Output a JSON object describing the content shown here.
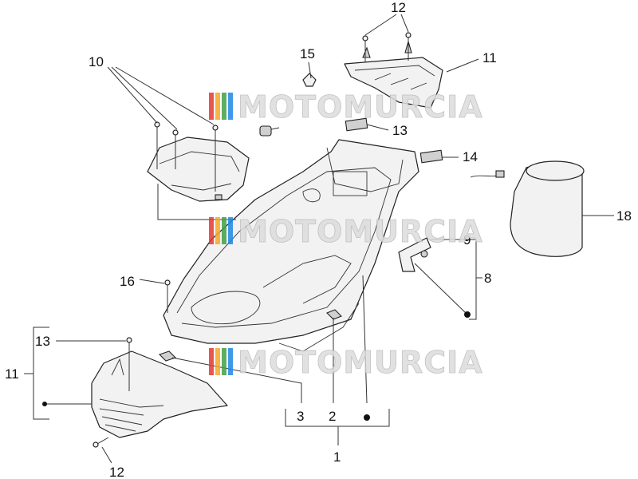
{
  "watermark": {
    "text": "MOTOMURCIA",
    "stripe_colors": [
      "#e53935",
      "#f9a825",
      "#43a047",
      "#1e88e5"
    ]
  },
  "labels": {
    "p1": "1",
    "p2": "2",
    "p3": "3",
    "p8": "8",
    "p9": "9",
    "p10": "10",
    "p11_top": "11",
    "p11_left": "11",
    "p12_top": "12",
    "p12_bottom": "12",
    "p13_top": "13",
    "p13_left": "13",
    "p14": "14",
    "p15": "15",
    "p16": "16",
    "p18": "18"
  },
  "colors": {
    "line": "#222222",
    "fill": "#f2f2f2"
  }
}
